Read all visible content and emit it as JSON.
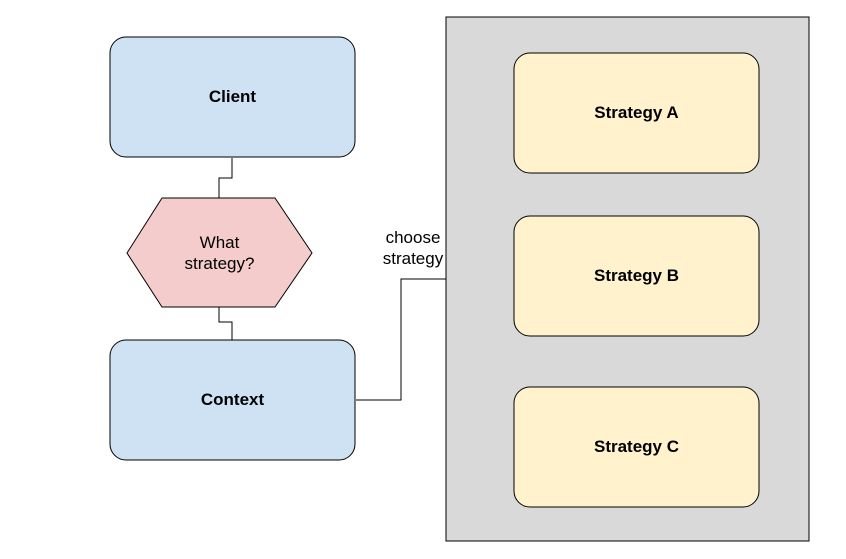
{
  "nodes": {
    "client": {
      "label": "Client"
    },
    "decision": {
      "line1": "What",
      "line2": "strategy?"
    },
    "context": {
      "label": "Context"
    },
    "strategy_a": {
      "label": "Strategy A"
    },
    "strategy_b": {
      "label": "Strategy B"
    },
    "strategy_c": {
      "label": "Strategy C"
    }
  },
  "edges": {
    "context_to_strategies": {
      "line1": "choose",
      "line2": "strategy"
    }
  },
  "colors": {
    "blue_fill": "#cfe2f3",
    "pink_fill": "#f4cccc",
    "yellow_fill": "#fff2cc",
    "group_fill": "#d9d9d9",
    "stroke": "#000000"
  }
}
